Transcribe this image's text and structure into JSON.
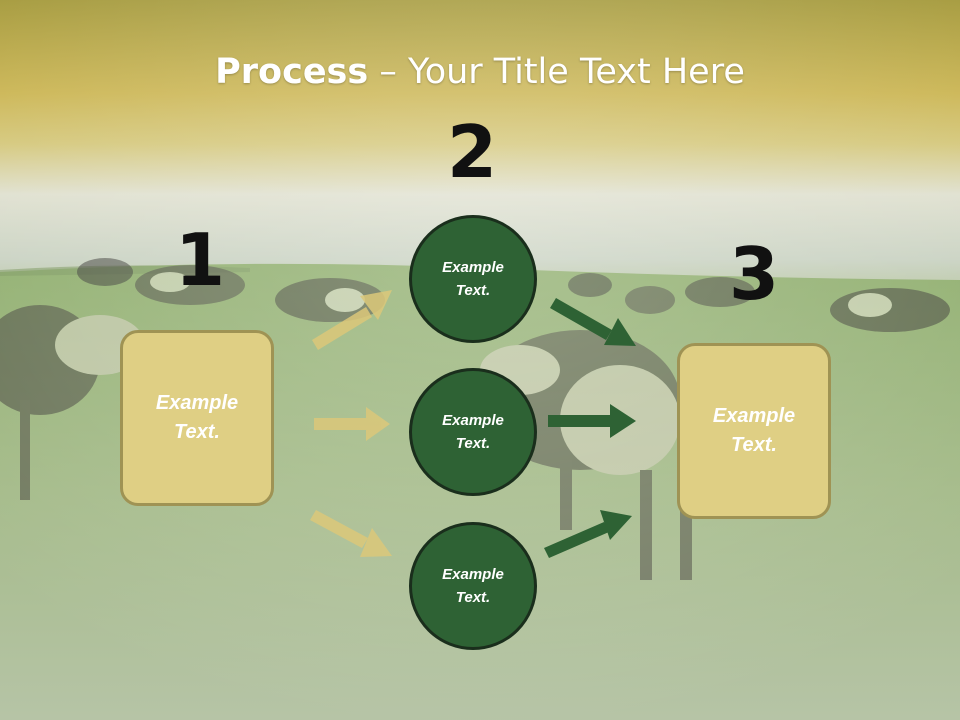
{
  "slide": {
    "title_bold": "Process",
    "title_rest": " – Your Title Text Here"
  },
  "steps": {
    "n1": "1",
    "n2": "2",
    "n3": "3"
  },
  "left_box": {
    "text": "Example\nText."
  },
  "right_box": {
    "text": "Example\nText."
  },
  "circles": [
    {
      "text": "Example\nText."
    },
    {
      "text": "Example\nText."
    },
    {
      "text": "Example\nText."
    }
  ],
  "colors": {
    "box_fill": "#dfcf84",
    "box_border": "#9f9354",
    "circle_fill": "#2e6234",
    "circle_border": "#1a2e1c",
    "arrow_light": "#dcc87a",
    "arrow_dark": "#2e6234"
  },
  "background": {
    "description_icon": "pasture-cows-photo"
  }
}
